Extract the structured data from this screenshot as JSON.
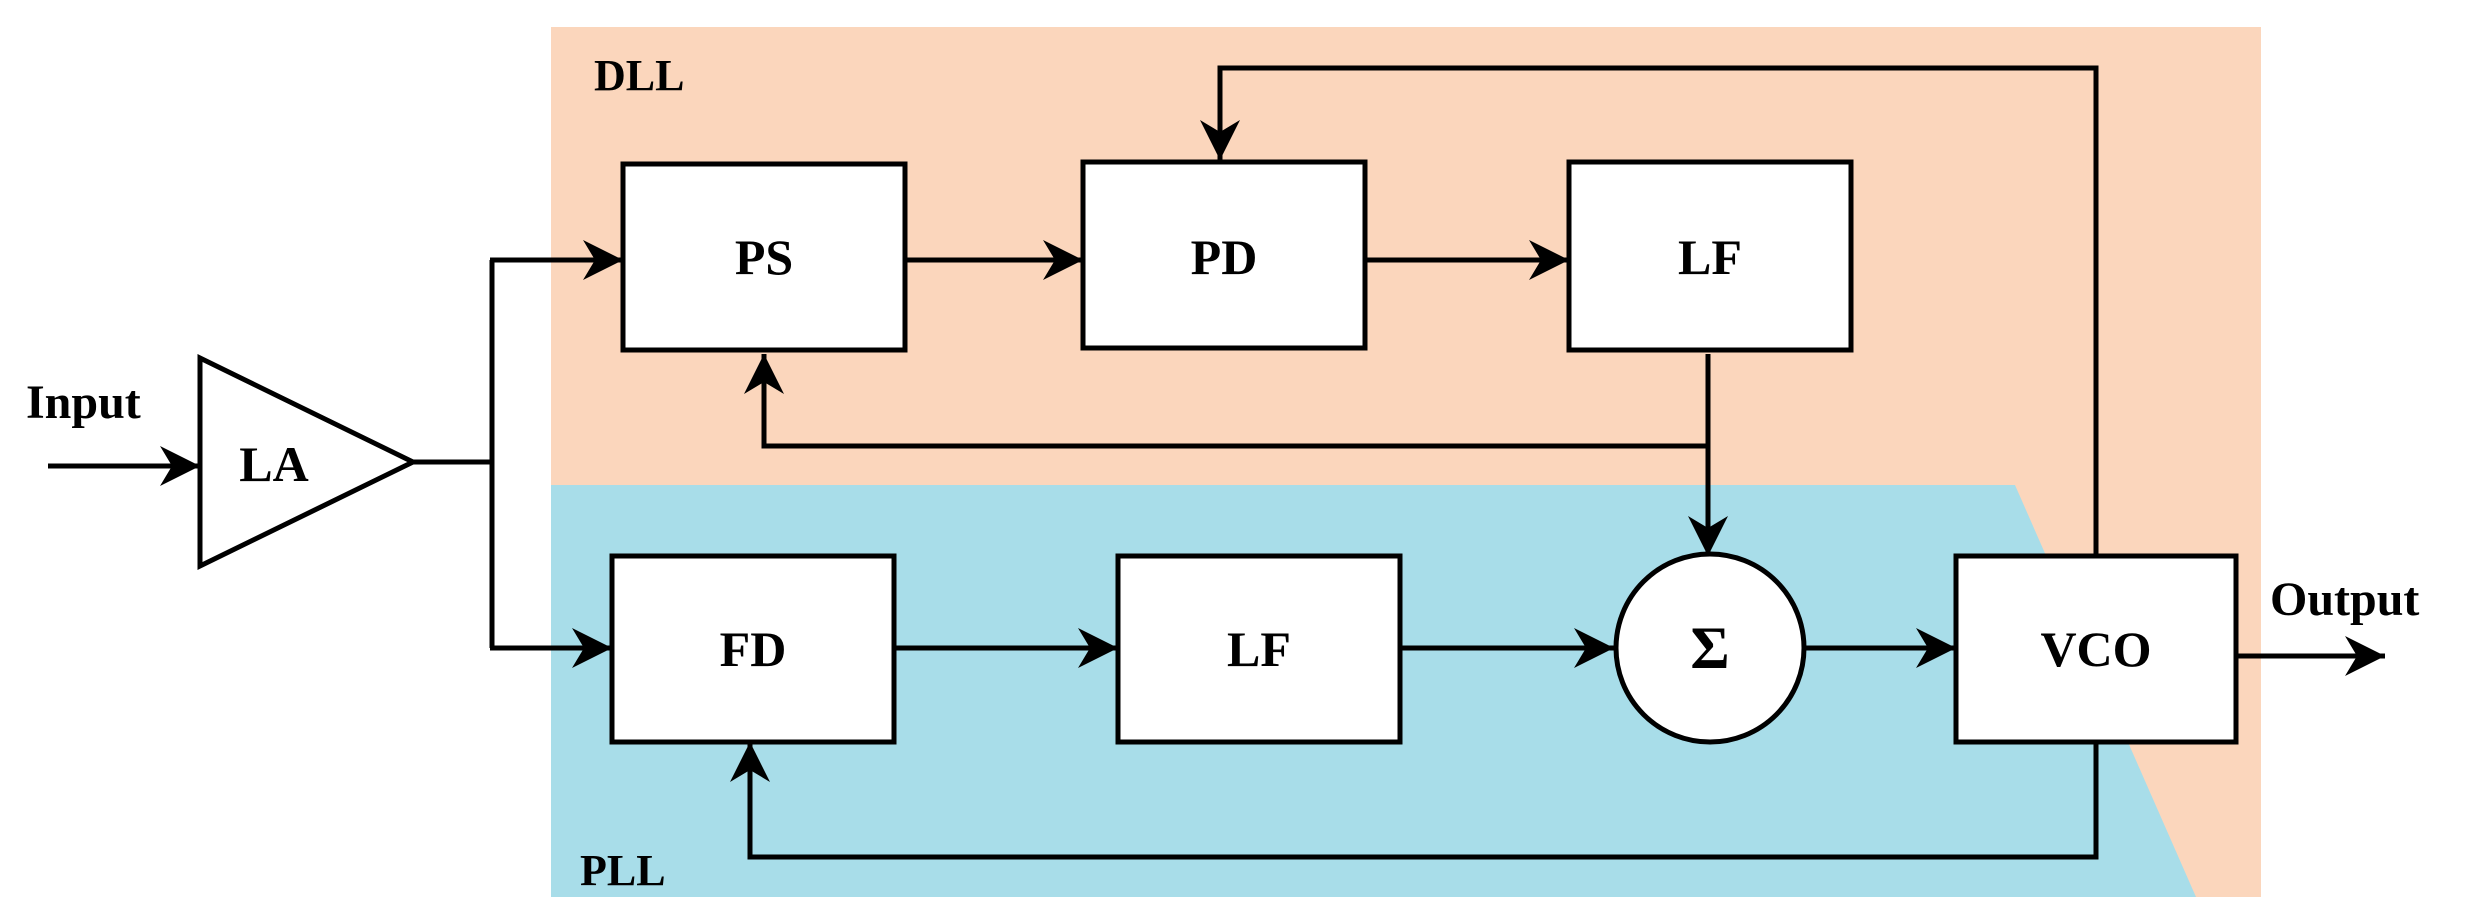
{
  "colors": {
    "dll_region": "#FBD6BC",
    "pll_region": "#A8DDE9",
    "block_fill": "#FFFFFF",
    "line": "#000000"
  },
  "regions": {
    "dll": "DLL",
    "pll": "PLL"
  },
  "io": {
    "input": "Input",
    "output": "Output"
  },
  "blocks": {
    "la": "LA",
    "ps": "PS",
    "pd": "PD",
    "lf_top": "LF",
    "fd": "FD",
    "lf_bottom": "LF",
    "sum": "Σ",
    "vco": "VCO"
  }
}
